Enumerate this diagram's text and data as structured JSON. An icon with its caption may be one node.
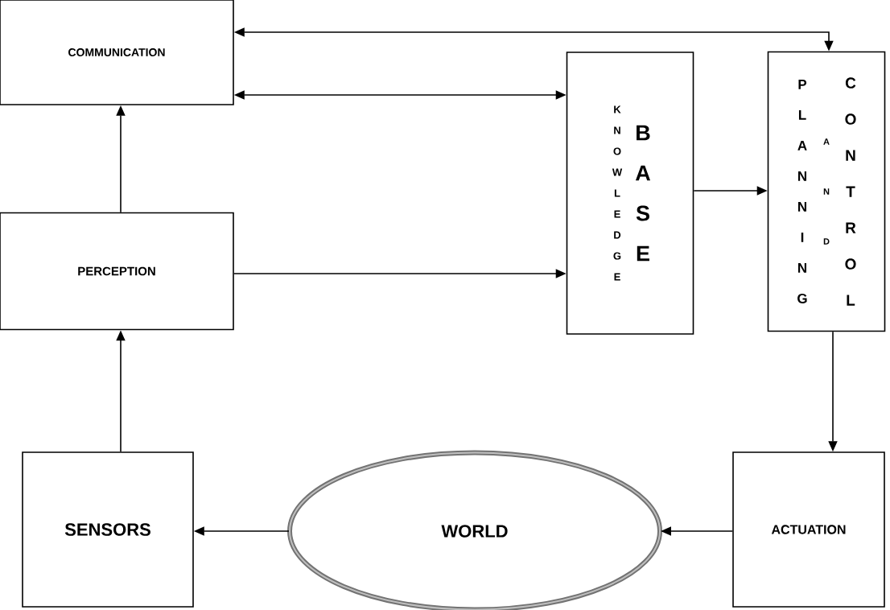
{
  "diagram": {
    "nodes": [
      {
        "text": [
          "COMMUNICATION"
        ]
      },
      {
        "text": [
          "PERCEPTION"
        ]
      },
      {
        "text": [
          "KNOWLEDGE",
          "BASE"
        ]
      },
      {
        "text": [
          "PLANNING",
          "AND",
          "CONTROL"
        ]
      },
      {
        "text": [
          "SENSORS"
        ]
      },
      {
        "text": [
          "WORLD"
        ]
      },
      {
        "text": [
          "ACTUATION"
        ]
      }
    ],
    "edges": [
      {
        "from": 0,
        "to": 3,
        "arrow": "both"
      },
      {
        "from": 0,
        "to": 2,
        "arrow": "both"
      },
      {
        "from": 1,
        "to": 0,
        "arrow": "to"
      },
      {
        "from": 1,
        "to": 2,
        "arrow": "to"
      },
      {
        "from": 2,
        "to": 3,
        "arrow": "to"
      },
      {
        "from": 3,
        "to": 6,
        "arrow": "to"
      },
      {
        "from": 6,
        "to": 5,
        "arrow": "to"
      },
      {
        "from": 5,
        "to": 4,
        "arrow": "to"
      },
      {
        "from": 4,
        "to": 1,
        "arrow": "to"
      }
    ]
  }
}
